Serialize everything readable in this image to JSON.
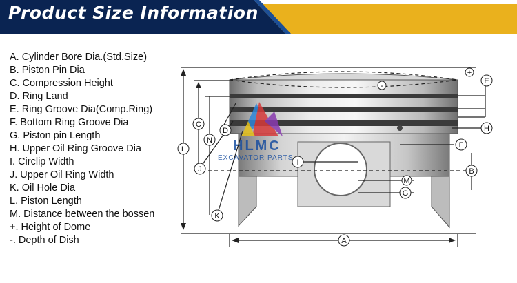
{
  "header": {
    "title": "Product Size Information",
    "colors": {
      "navy": "#0a2452",
      "gold": "#eab11d",
      "brand": "#1a4fa0"
    }
  },
  "legend": [
    "A. Cylinder Bore Dia.(Std.Size)",
    "B. Piston Pin Dia",
    "C. Compression Height",
    "D. Ring Land",
    "E. Ring Groove Dia(Comp.Ring)",
    "F. Bottom Ring Groove Dia",
    "G. Piston pin Length",
    "H. Upper Oil  Ring Groove Dia",
    "I. Circlip Width",
    "J. Upper Oil  Ring Width",
    "K. Oil Hole Dia",
    "L. Piston Length",
    "M. Distance between the  bossen",
    "+.  Height of Dome",
    "-. Depth of Dish"
  ],
  "diagram": {
    "labels": {
      "plus": "+",
      "minus": "-",
      "A": "A",
      "B": "B",
      "C": "C",
      "D": "D",
      "E": "E",
      "F": "F",
      "G": "G",
      "H": "H",
      "I": "I",
      "J": "J",
      "K": "K",
      "L": "L",
      "M": "M",
      "N": "N"
    },
    "watermark": {
      "name": "HLMC",
      "tagline": "EXCAVATOR PARTS"
    }
  }
}
